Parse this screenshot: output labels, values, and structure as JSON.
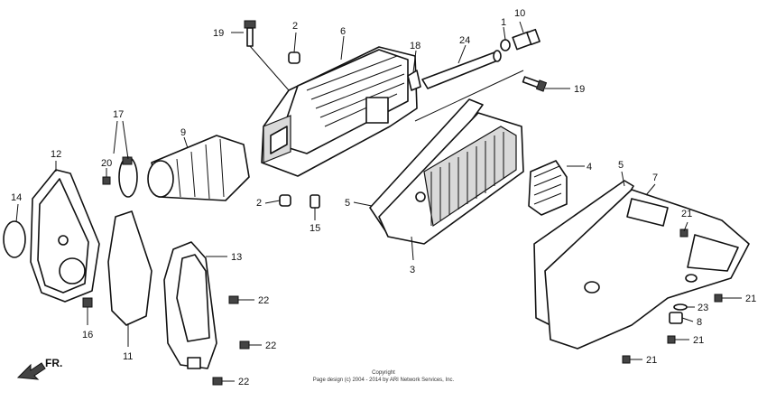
{
  "callouts": {
    "c1": "1",
    "c10": "10",
    "c19a": "19",
    "c2a": "2",
    "c6": "6",
    "c18": "18",
    "c24": "24",
    "c19b": "19",
    "c17": "17",
    "c9": "9",
    "c20": "20",
    "c12": "12",
    "c14": "14",
    "c2b": "2",
    "c15": "15",
    "c5a": "5",
    "c4": "4",
    "c5b": "5",
    "c7": "7",
    "c3": "3",
    "c21a": "21",
    "c13": "13",
    "c22a": "22",
    "c16": "16",
    "c11": "11",
    "c22b": "22",
    "c22c": "22",
    "c23": "23",
    "c21b": "21",
    "c8": "8",
    "c21c": "21",
    "c21d": "21"
  },
  "direction_label": "FR.",
  "copyright": {
    "line1": "Copyright",
    "line2": "Page design (c) 2004 - 2014 by ARI Network Services, Inc."
  }
}
